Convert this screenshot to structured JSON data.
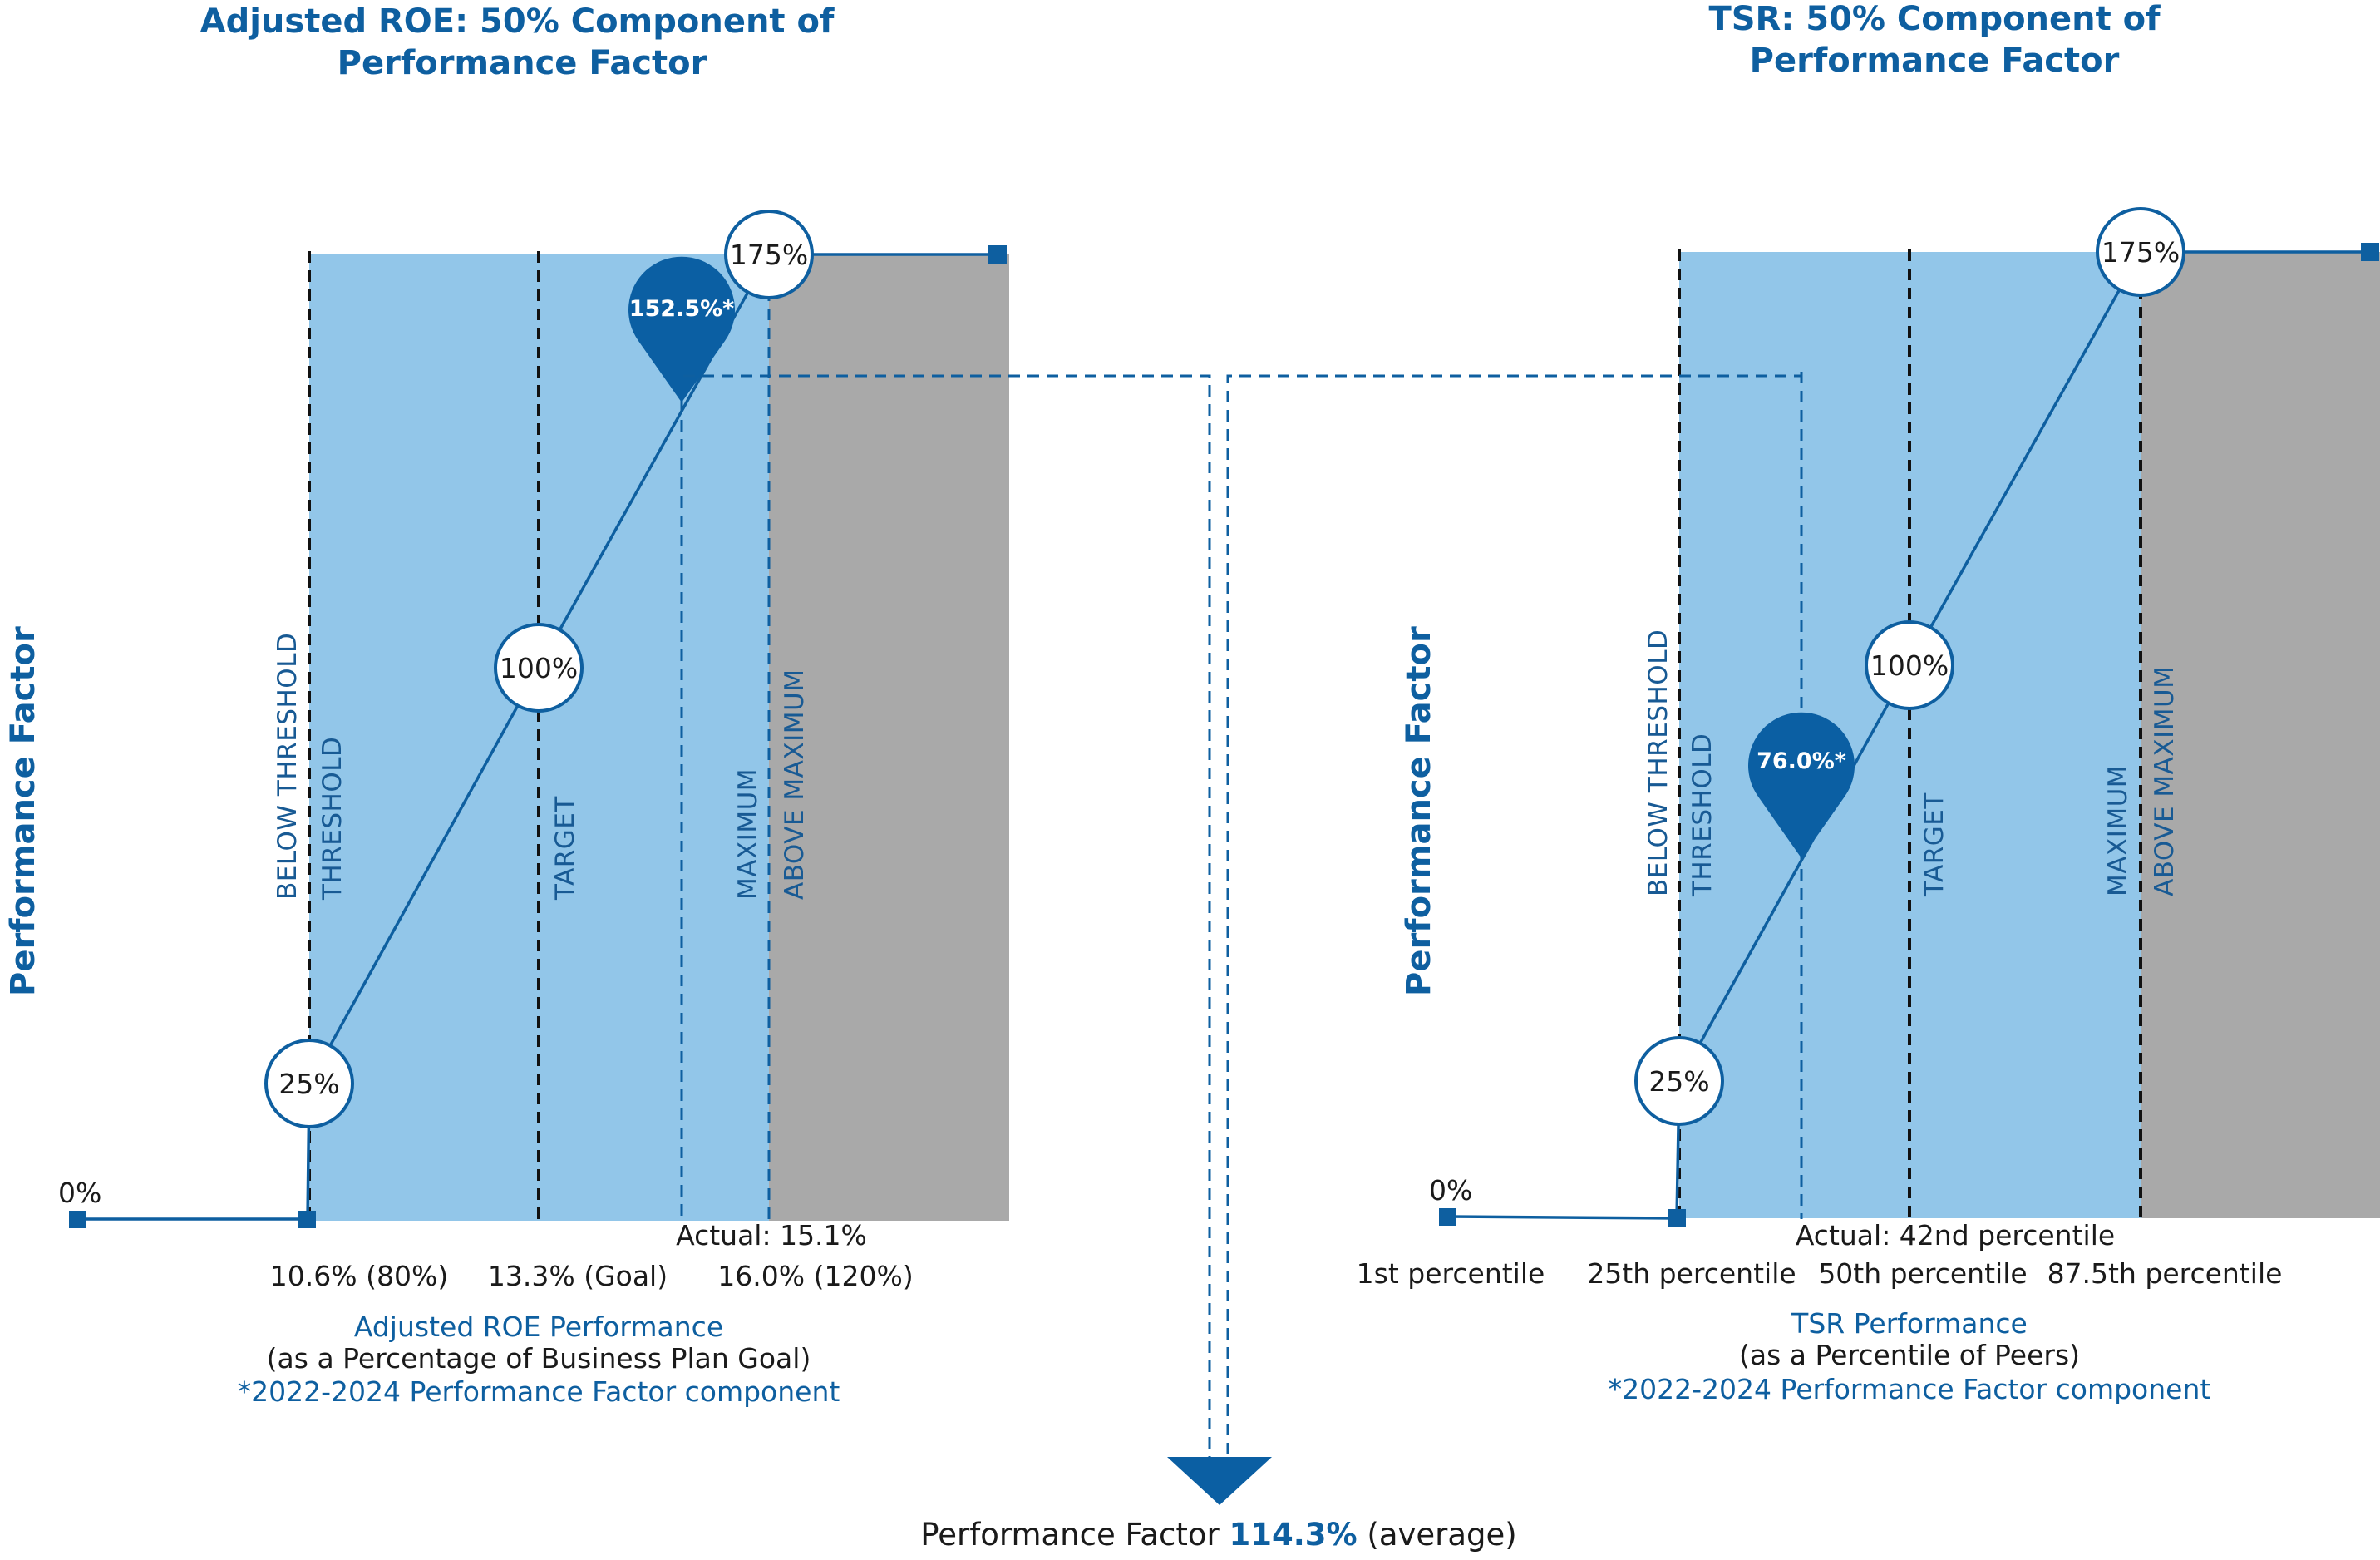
{
  "colors": {
    "accent": "#0e5fa0",
    "blue_fill": "#92c6e9",
    "gray_fill": "#a9a9a9",
    "line": "#0e5fa0",
    "pin": "#0b5fa3"
  },
  "chart_data": [
    {
      "type": "line",
      "title_lines": [
        "Adjusted ROE: 50% Component of",
        "Performance Factor"
      ],
      "ylabel": "Performance Factor",
      "x_title": "Adjusted ROE Performance",
      "x_subtitle": "(as a Percentage of Business Plan Goal)",
      "footnote": "*2022-2024 Performance Factor component",
      "origin_label": "0%",
      "ticks": [
        "10.6% (80%)",
        "13.3% (Goal)",
        "16.0% (120%)"
      ],
      "zone_labels": [
        "BELOW THRESHOLD",
        "THRESHOLD",
        "TARGET",
        "MAXIMUM",
        "ABOVE MAXIMUM"
      ],
      "x": [
        10.6,
        13.3,
        16.0
      ],
      "curve": [
        {
          "x": 10.6,
          "y": 0
        },
        {
          "x": 10.6,
          "y": 25,
          "label": "25%"
        },
        {
          "x": 13.3,
          "y": 100,
          "label": "100%"
        },
        {
          "x": 16.0,
          "y": 175,
          "label": "175%"
        }
      ],
      "actual": {
        "x": 15.1,
        "y": 152.5,
        "label": "152.5%*",
        "text": "Actual: 15.1%"
      },
      "ylim": [
        0,
        175
      ]
    },
    {
      "type": "line",
      "title_lines": [
        "TSR: 50% Component of",
        "Performance Factor"
      ],
      "ylabel": "Performance Factor",
      "x_title": "TSR Performance",
      "x_subtitle": "(as a Percentile of Peers)",
      "footnote": "*2022-2024 Performance Factor component",
      "origin_label": "0%",
      "ticks": [
        "1st percentile",
        "25th percentile",
        "50th percentile",
        "87.5th percentile"
      ],
      "zone_labels": [
        "BELOW THRESHOLD",
        "THRESHOLD",
        "TARGET",
        "MAXIMUM",
        "ABOVE MAXIMUM"
      ],
      "x": [
        1,
        25,
        50,
        87.5
      ],
      "curve": [
        {
          "x": 25,
          "y": 0
        },
        {
          "x": 25,
          "y": 25,
          "label": "25%"
        },
        {
          "x": 50,
          "y": 100,
          "label": "100%"
        },
        {
          "x": 87.5,
          "y": 175,
          "label": "175%"
        }
      ],
      "actual": {
        "x": 42,
        "y": 76.0,
        "label": "76.0%*",
        "text": "Actual: 42nd percentile"
      },
      "ylim": [
        0,
        175
      ]
    }
  ],
  "result": {
    "prefix": "Performance Factor ",
    "value": "114.3%",
    "suffix": " (average)"
  }
}
